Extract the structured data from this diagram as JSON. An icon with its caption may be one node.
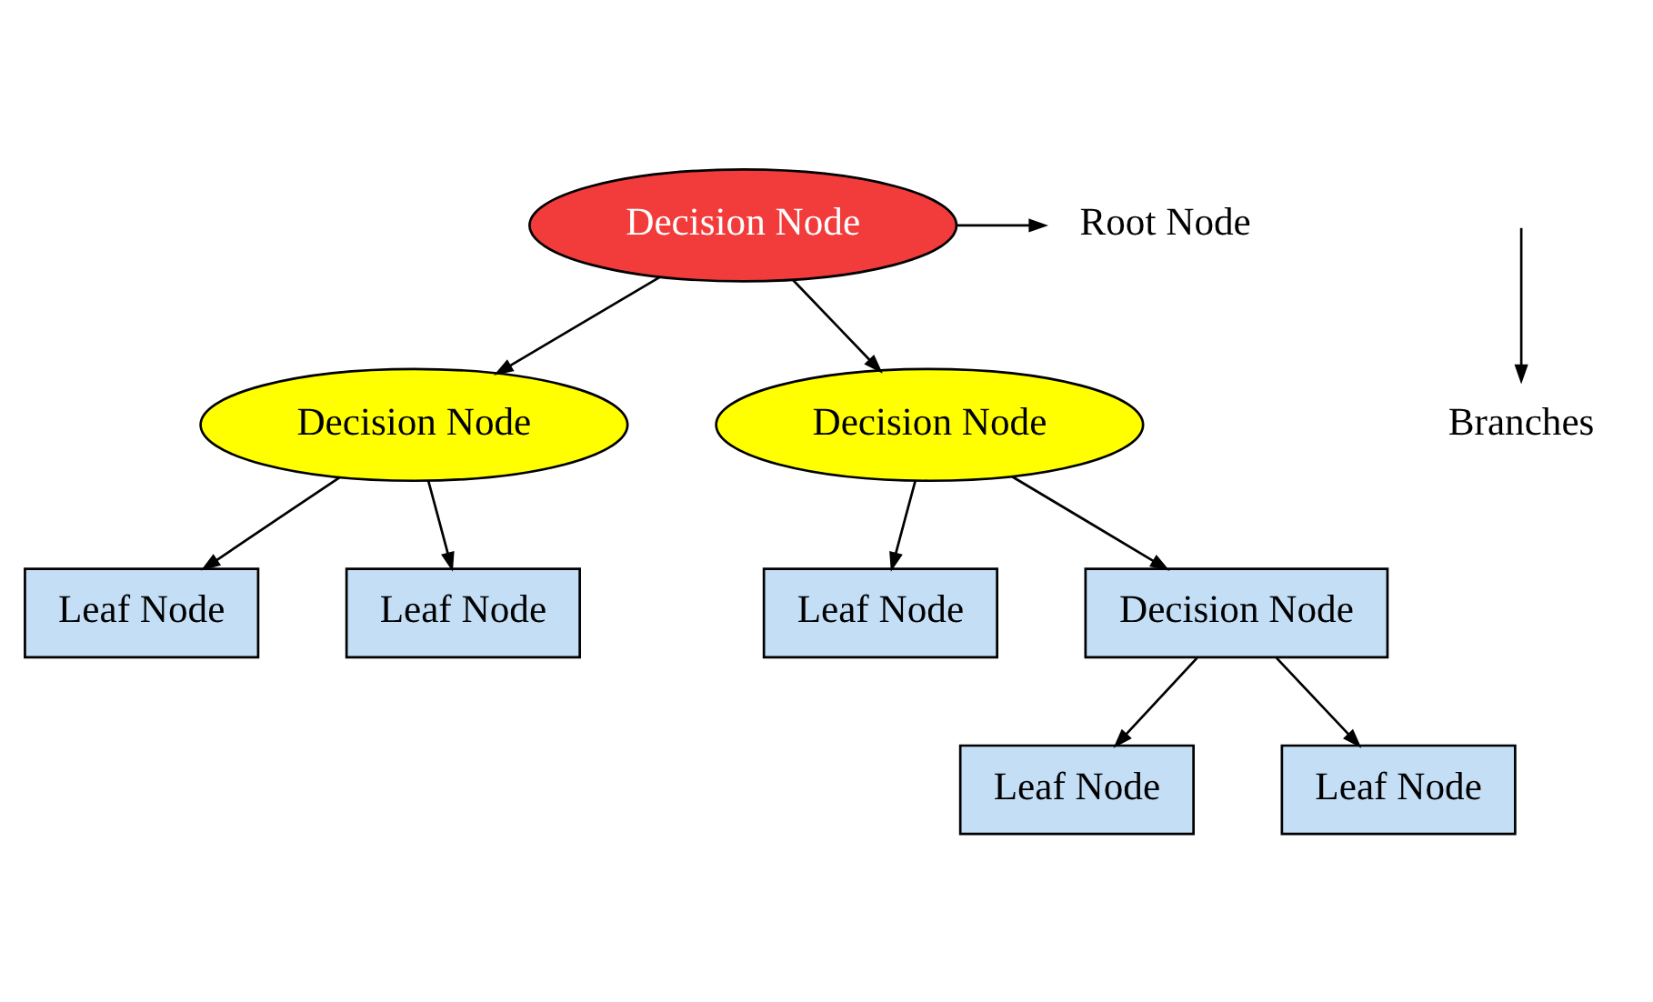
{
  "diagram": {
    "nodes": [
      {
        "text": [
          "Decision Node"
        ]
      },
      {
        "text": [
          "Root Node"
        ]
      },
      {
        "text": [
          "Branches"
        ]
      },
      {
        "text": [
          "Decision Node"
        ]
      },
      {
        "text": [
          "Decision Node"
        ]
      },
      {
        "text": [
          "Leaf Node"
        ]
      },
      {
        "text": [
          "Leaf Node"
        ]
      },
      {
        "text": [
          "Leaf Node"
        ]
      },
      {
        "text": [
          "Decision Node"
        ]
      },
      {
        "text": [
          "Leaf Node"
        ]
      },
      {
        "text": [
          "Leaf Node"
        ]
      }
    ],
    "edges": [
      {
        "from": 0,
        "to": 1,
        "arrow": "to"
      },
      {
        "from": null,
        "to": 2,
        "arrow": "to"
      },
      {
        "from": 0,
        "to": 3,
        "arrow": "to"
      },
      {
        "from": 0,
        "to": 4,
        "arrow": "to"
      },
      {
        "from": 3,
        "to": 5,
        "arrow": "to"
      },
      {
        "from": 3,
        "to": 6,
        "arrow": "to"
      },
      {
        "from": 4,
        "to": 7,
        "arrow": "to"
      },
      {
        "from": 4,
        "to": 8,
        "arrow": "to"
      },
      {
        "from": 8,
        "to": 9,
        "arrow": "to"
      },
      {
        "from": 8,
        "to": 10,
        "arrow": "to"
      }
    ]
  }
}
